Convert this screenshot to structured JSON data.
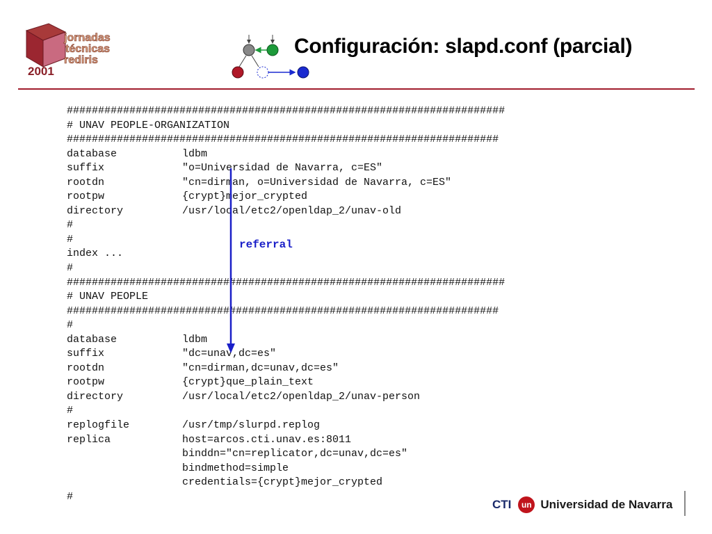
{
  "logo": {
    "line1": "jornadas",
    "line2": "técnicas",
    "line3": "rediris",
    "year": "2001"
  },
  "title": "Configuración: slapd.conf (parcial)",
  "code": {
    "lines": [
      {
        "k": "######################################################################",
        "v": ""
      },
      {
        "k": "# UNAV PEOPLE-ORGANIZATION",
        "v": ""
      },
      {
        "k": "#####################################################################",
        "v": ""
      },
      {
        "k": "database",
        "v": "ldbm"
      },
      {
        "k": "suffix",
        "v": "\"o=Universidad de Navarra, c=ES\""
      },
      {
        "k": "rootdn",
        "v": "\"cn=dirman, o=Universidad de Navarra, c=ES\""
      },
      {
        "k": "rootpw",
        "v": "{crypt}mejor_crypted"
      },
      {
        "k": "directory",
        "v": "/usr/local/etc2/openldap_2/unav-old"
      },
      {
        "k": "#",
        "v": ""
      },
      {
        "k": "#",
        "v": ""
      },
      {
        "k": "index ...",
        "v": ""
      },
      {
        "k": "#",
        "v": ""
      },
      {
        "k": "######################################################################",
        "v": ""
      },
      {
        "k": "# UNAV PEOPLE",
        "v": ""
      },
      {
        "k": "#####################################################################",
        "v": ""
      },
      {
        "k": "#",
        "v": ""
      },
      {
        "k": "database",
        "v": "ldbm"
      },
      {
        "k": "suffix",
        "v": "\"dc=unav,dc=es\""
      },
      {
        "k": "rootdn",
        "v": "\"cn=dirman,dc=unav,dc=es\""
      },
      {
        "k": "rootpw",
        "v": "{crypt}que_plain_text"
      },
      {
        "k": "directory",
        "v": "/usr/local/etc2/openldap_2/unav-person"
      },
      {
        "k": "#",
        "v": ""
      },
      {
        "k": "replogfile",
        "v": "/usr/tmp/slurpd.replog"
      },
      {
        "k": "replica",
        "v": "host=arcos.cti.unav.es:8011"
      },
      {
        "k": "",
        "v": "binddn=\"cn=replicator,dc=unav,dc=es\""
      },
      {
        "k": "",
        "v": "bindmethod=simple"
      },
      {
        "k": "",
        "v": "credentials={crypt}mejor_crypted"
      },
      {
        "k": "#",
        "v": ""
      }
    ]
  },
  "annotation": "referral",
  "footer": {
    "cti": "CTI",
    "un_mark": "un",
    "university": "Universidad de Navarra"
  },
  "colors": {
    "rule": "#a01c2c",
    "annotation": "#1a1fc8"
  }
}
